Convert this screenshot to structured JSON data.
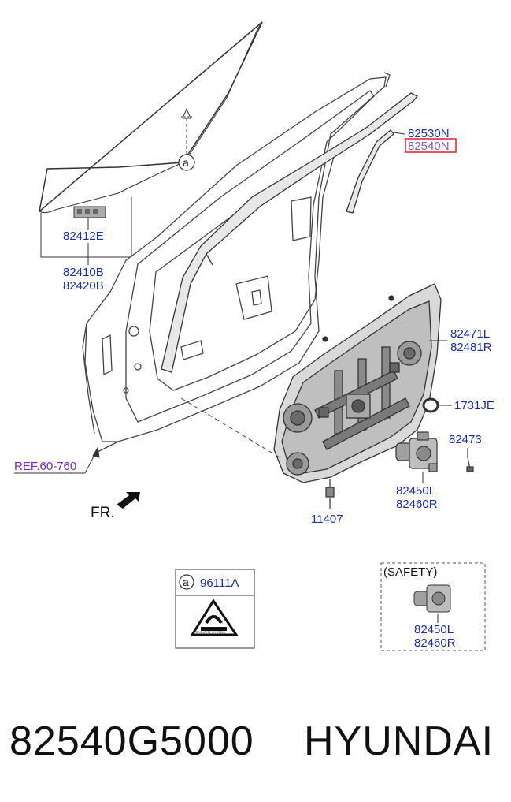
{
  "labels": {
    "glass_set": [
      "82412E",
      "82410B",
      "82420B"
    ],
    "run_channel": [
      "82530N",
      "82540N"
    ],
    "module_panel": [
      "82471L",
      "82481R"
    ],
    "grommet": "1731JE",
    "bolt_small": "82473",
    "regulator": [
      "82450L",
      "82460R"
    ],
    "screw": "11407",
    "reference": "REF.60-760",
    "front_marker": "FR.",
    "callout_letter": "a",
    "sticker_part": "96111A",
    "sticker_text": "SECURITY SYSTEM",
    "safety_title": "(SAFETY)",
    "safety_regulator": [
      "82450L",
      "82460R"
    ]
  },
  "footer": {
    "part_number": "82540G5000",
    "brand": "HYUNDAI"
  },
  "colors": {
    "label_blue": "#1a2fa3",
    "ref_purple": "#7a2ab0",
    "highlight_red": "#e0202a",
    "line_gray": "#444444"
  }
}
